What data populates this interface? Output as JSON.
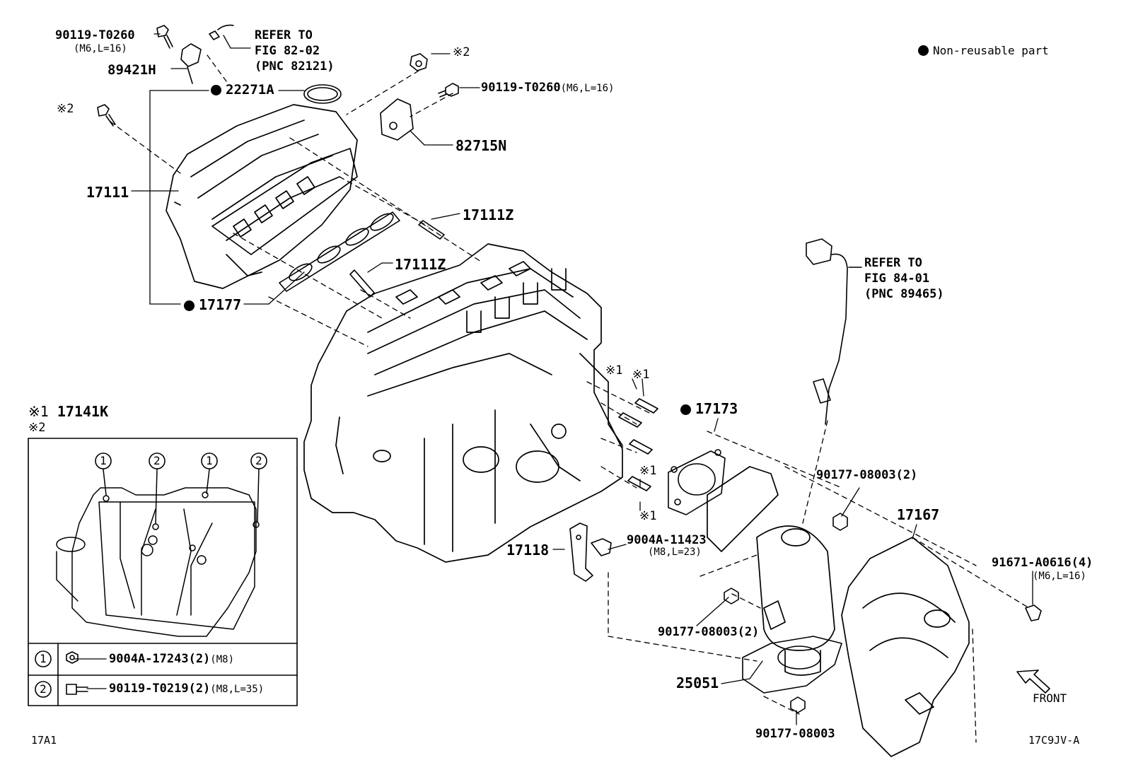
{
  "legend": {
    "label": "Non-reusable part"
  },
  "notes": {
    "n1": "※1",
    "n2": "※2"
  },
  "callouts": {
    "p90119_top": "90119-T0260",
    "p90119_top_spec": "(M6,L=16)",
    "refer1_line1": "REFER TO",
    "refer1_line2": "FIG 82-02",
    "refer1_line3": "(PNC 82121)",
    "p89421H": "89421H",
    "p22271A": "22271A",
    "p90119_right": "90119-T0260",
    "p90119_right_spec": "(M6,L=16)",
    "p82715N": "82715N",
    "p17111": "17111",
    "p17111Z_a": "17111Z",
    "p17111Z_b": "17111Z",
    "p17177": "17177",
    "refer2_line1": "REFER TO",
    "refer2_line2": "FIG 84-01",
    "refer2_line3": "(PNC 89465)",
    "p17173": "17173",
    "p90177_a": "90177-08003(2)",
    "p17167": "17167",
    "p91671": "91671-A0616(4)",
    "p91671_spec": "(M6,L=16)",
    "p9004A": "9004A-11423",
    "p9004A_spec": "(M8,L=23)",
    "p17118": "17118",
    "p90177_b": "90177-08003(2)",
    "p25051": "25051",
    "p90177_c": "90177-08003",
    "front": "FRONT"
  },
  "inset": {
    "title": "17141K",
    "circles": [
      "1",
      "2",
      "1",
      "2"
    ],
    "rows": [
      {
        "index": "1",
        "part": "9004A-17243(2)",
        "spec": "(M8)"
      },
      {
        "index": "2",
        "part": "90119-T0219(2)",
        "spec": "(M8,L=35)"
      }
    ]
  },
  "footer": {
    "left_code": "17A1",
    "right_code": "17C9JV-A"
  }
}
